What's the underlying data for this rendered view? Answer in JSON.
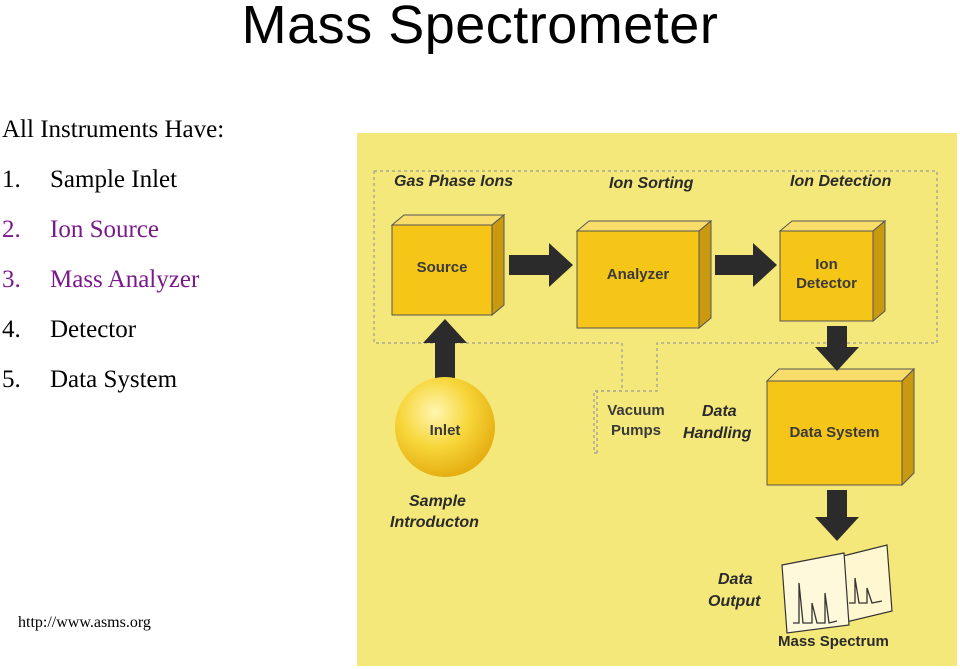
{
  "slide": {
    "title": "Mass Spectrometer",
    "heading": "All Instruments Have:",
    "items": [
      {
        "num": "1.",
        "label": "Sample Inlet"
      },
      {
        "num": "2.",
        "label": "Ion Source"
      },
      {
        "num": "3.",
        "label": "Mass Analyzer"
      },
      {
        "num": "4.",
        "label": "Detector"
      },
      {
        "num": "5.",
        "label": "Data System"
      }
    ],
    "url": "http://www.asms.org"
  },
  "diagram": {
    "stages": {
      "gas_phase": "Gas Phase Ions",
      "ion_sorting": "Ion Sorting",
      "ion_detection": "Ion Detection"
    },
    "boxes": {
      "source": "Source",
      "analyzer": "Analyzer",
      "ion_detector_1": "Ion",
      "ion_detector_2": "Detector",
      "data_system": "Data System"
    },
    "inlet": "Inlet",
    "vacuum_1": "Vacuum",
    "vacuum_2": "Pumps",
    "data_handling_1": "Data",
    "data_handling_2": "Handling",
    "sample_intro_1": "Sample",
    "sample_intro_2": "Introducton",
    "data_output_1": "Data",
    "data_output_2": "Output",
    "mass_spectrum": "Mass Spectrum",
    "colors": {
      "background": "#f5e87a",
      "box": "#f5c518",
      "arrow": "#2b2b2b"
    }
  }
}
